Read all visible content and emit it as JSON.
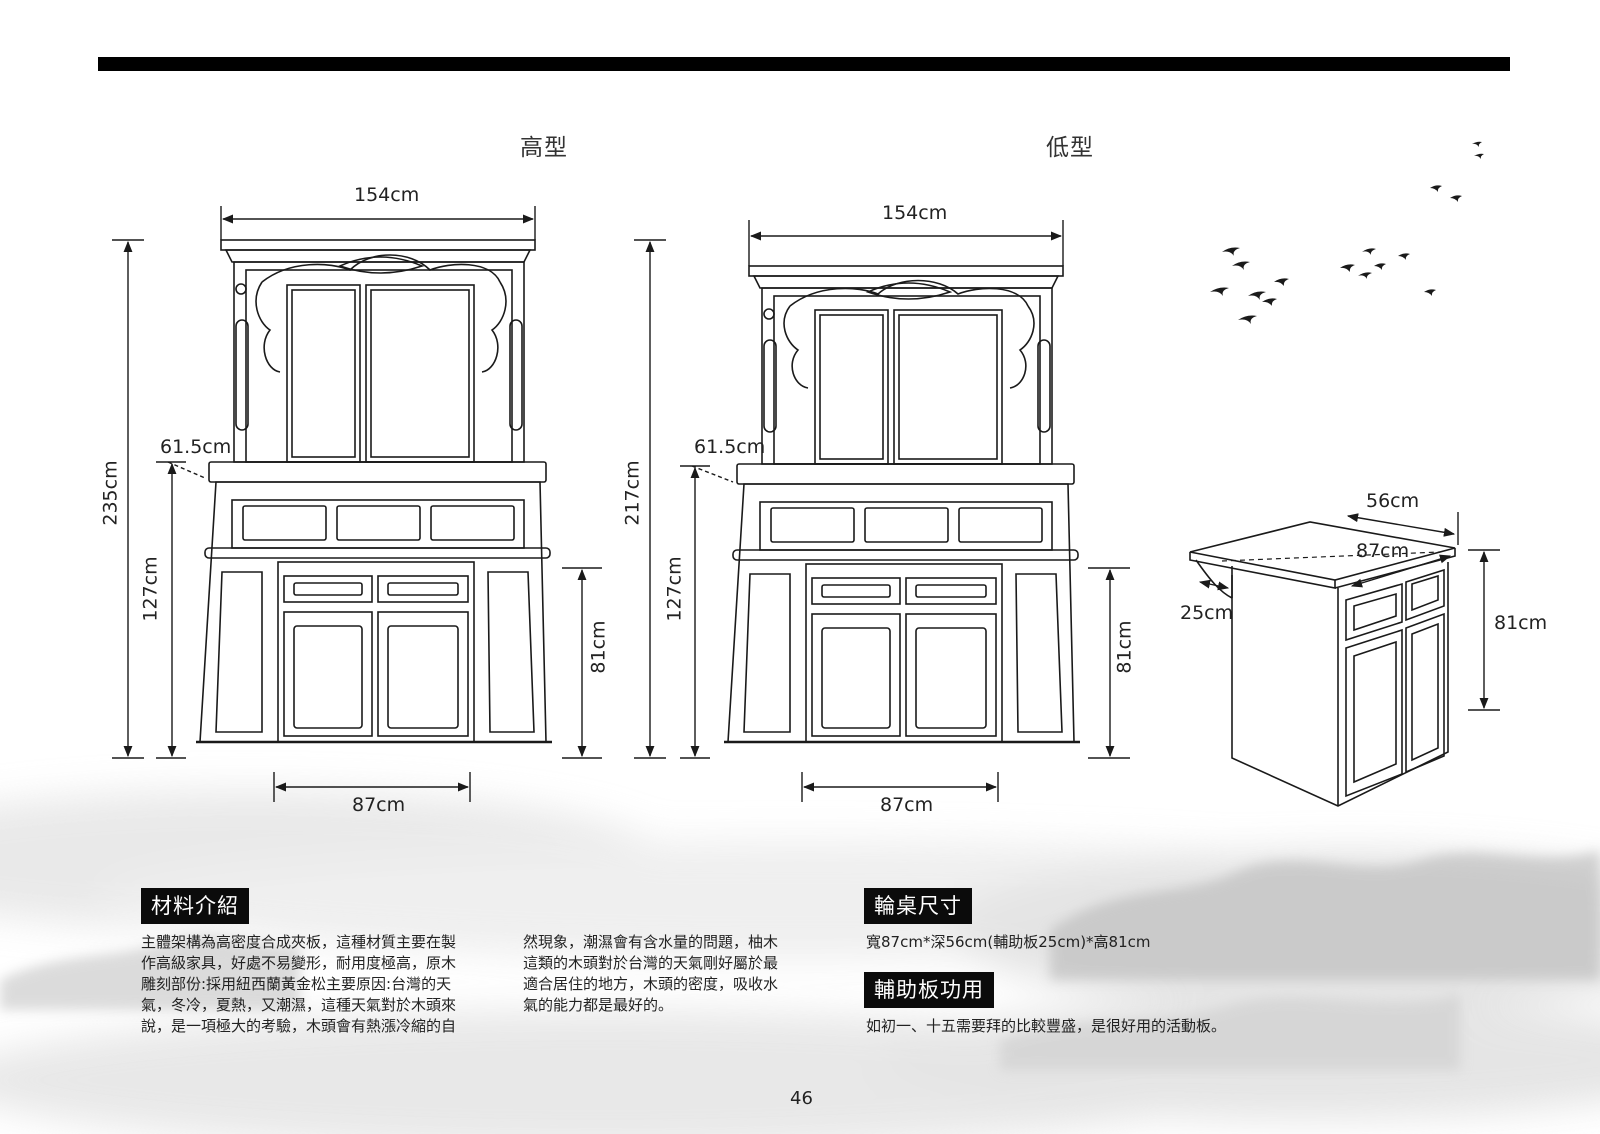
{
  "page": {
    "page_number": "46"
  },
  "diagrams": {
    "high": {
      "title": "高型",
      "width_top": "154cm",
      "depth": "61.5cm",
      "total_height": "235cm",
      "base_height": "127cm",
      "table_height": "81cm",
      "table_width": "87cm"
    },
    "low": {
      "title": "低型",
      "width_top": "154cm",
      "depth": "61.5cm",
      "total_height": "217cm",
      "base_height": "127cm",
      "table_height": "81cm",
      "table_width": "87cm"
    },
    "table": {
      "depth": "56cm",
      "width": "87cm",
      "board": "25cm",
      "height": "81cm"
    }
  },
  "material": {
    "heading": "材料介紹",
    "col1": "主體架構為高密度合成夾板，這種材質主要在製\n作高級家具，好處不易變形，耐用度極高，原木\n雕刻部份:採用紐西蘭黃金松主要原因:台灣的天\n氣，冬冷，夏熱，又潮濕，這種天氣對於木頭來\n說，是一項極大的考驗，木頭會有熱漲冷縮的自",
    "col2": "然現象，潮濕會有含水量的問題，柚木\n這類的木頭對於台灣的天氣剛好屬於最\n適合居住的地方，木頭的密度，吸收水\n氣的能力都是最好的。"
  },
  "table_size": {
    "heading": "輪桌尺寸",
    "text": "寬87cm*深56cm(輔助板25cm)*高81cm"
  },
  "board_use": {
    "heading": "輔助板功用",
    "text": "如初一、十五需要拜的比較豐盛，是很好用的活動板。"
  },
  "colors": {
    "ink": "#1a1a1a",
    "header_bg": "#0b0b0b",
    "mist": "#c9c9c9"
  }
}
